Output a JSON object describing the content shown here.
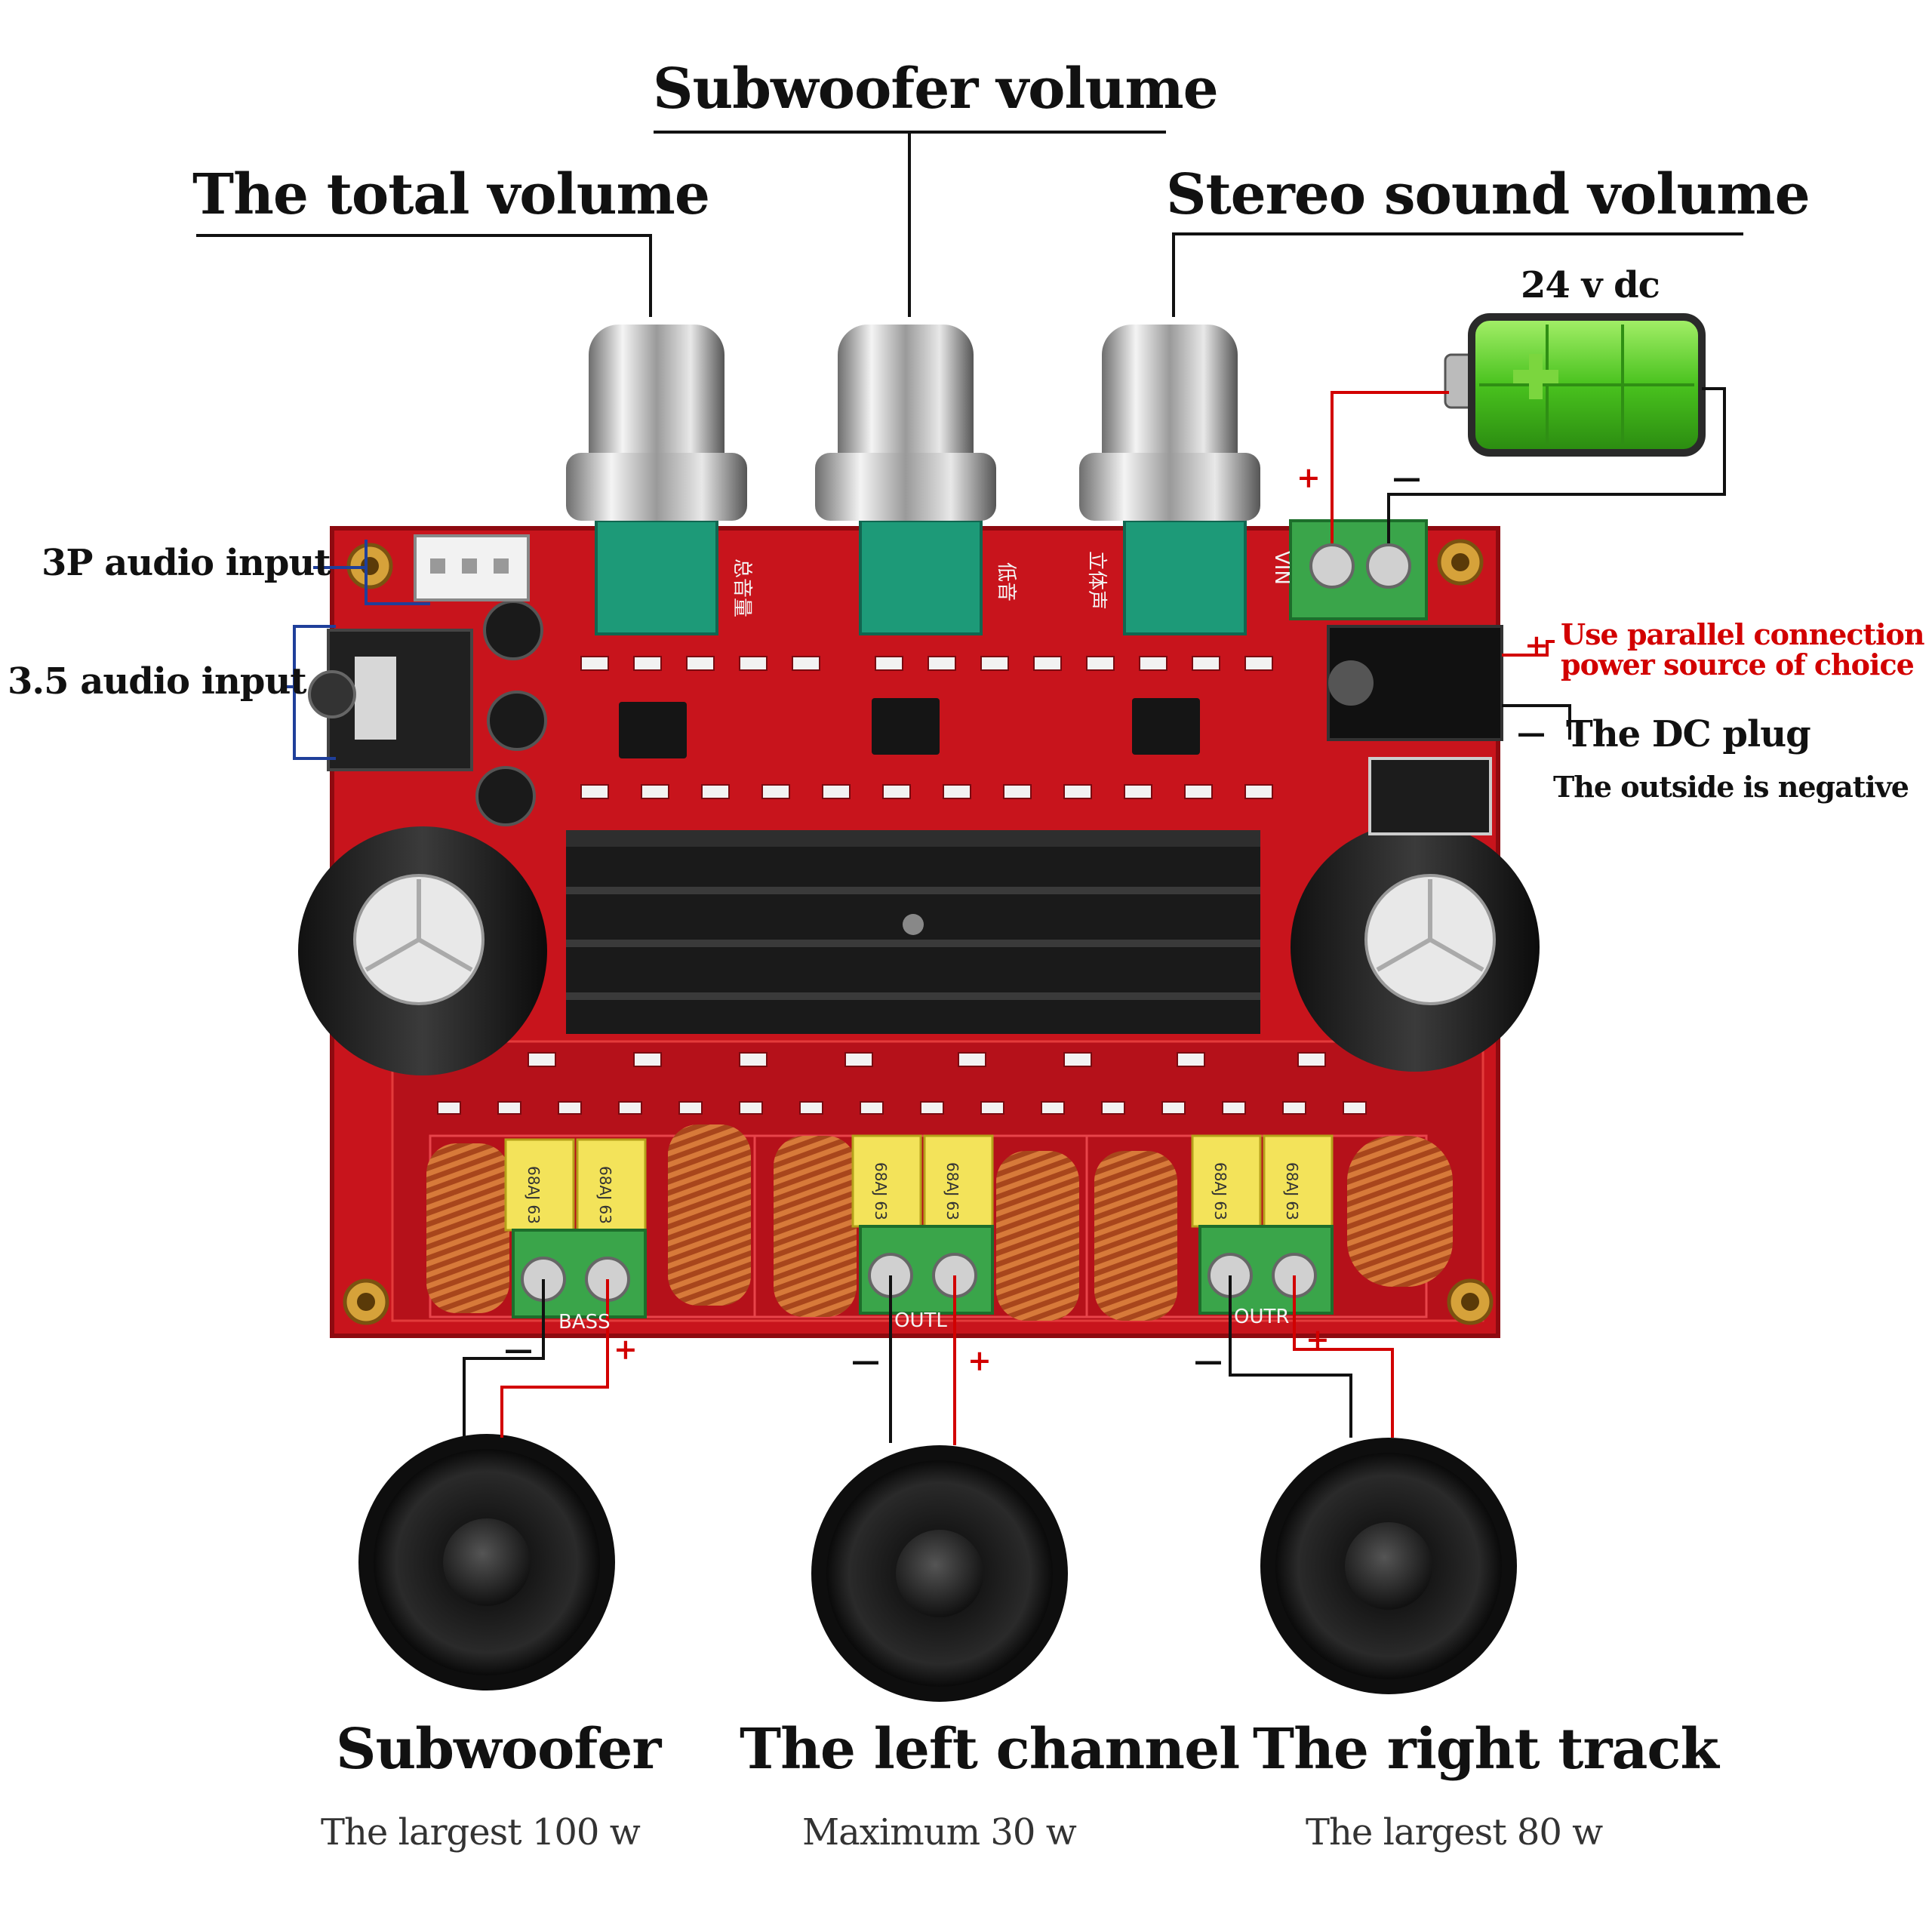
{
  "knob_labels": {
    "total": "The total volume",
    "subwoofer": "Subwoofer volume",
    "stereo": "Stereo sound volume"
  },
  "power": {
    "battery_label": "24 v dc",
    "plus_sign": "+",
    "minus_sign": "—"
  },
  "inputs": {
    "three_p": "3P audio input",
    "jack_35": "3.5 audio input"
  },
  "dc": {
    "parallel_line1": "Use parallel connection",
    "parallel_line2": "power source of choice",
    "plug_label": "The DC plug",
    "plug_note": "The outside is negative"
  },
  "board": {
    "knob1_silk": "总音量",
    "knob2_silk": "低音",
    "knob3_silk": "立体声",
    "vin_silk": "VIN",
    "bass_silk": "BASS",
    "outl_silk": "OUTL",
    "outr_silk": "OUTR",
    "cap_marking": "68AJ 63"
  },
  "speakers": [
    {
      "name": "Subwoofer",
      "spec": "The largest 100 w"
    },
    {
      "name": "The left channel",
      "spec": "Maximum 30 w"
    },
    {
      "name": "The right track",
      "spec": "The largest 80 w"
    }
  ],
  "colors": {
    "pcb": "#c8141c",
    "pcb_dark": "#8e0a10",
    "wire_red": "#d20000",
    "wire_black": "#111111",
    "input_bracket": "#1f3f9a",
    "potentiometer": "#1d9a78",
    "terminal": "#3aa54a",
    "heatsink": "#1a1a1a",
    "battery": "#5fd02c"
  }
}
